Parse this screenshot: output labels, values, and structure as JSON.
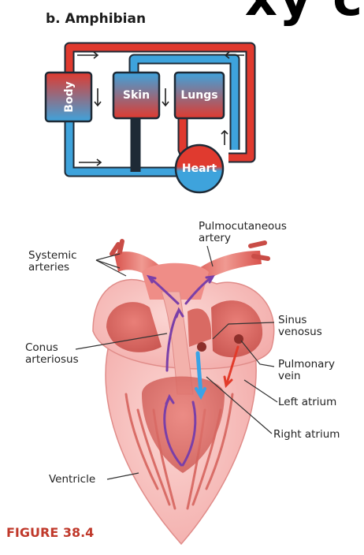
{
  "corner_text": "xy c",
  "section_title": "b. Amphibian",
  "circulation": {
    "boxes": {
      "body": "Body",
      "skin": "Skin",
      "lungs": "Lungs",
      "heart": "Heart"
    },
    "colors": {
      "oxygenated": "#e03a2f",
      "deoxygenated": "#3ea3dc",
      "outline": "#1e2a36"
    }
  },
  "heart_labels": {
    "pulmocutaneous_line1": "Pulmocutaneous",
    "pulmocutaneous_line2": "artery",
    "systemic_line1": "Systemic",
    "systemic_line2": "arteries",
    "sinus_line1": "Sinus",
    "sinus_line2": "venosus",
    "conus_line1": "Conus",
    "conus_line2": "arteriosus",
    "pulmonary_line1": "Pulmonary",
    "pulmonary_line2": "vein",
    "left_atrium": "Left atrium",
    "right_atrium": "Right atrium",
    "ventricle": "Ventricle"
  },
  "figure_label": "FIGURE 38.4"
}
